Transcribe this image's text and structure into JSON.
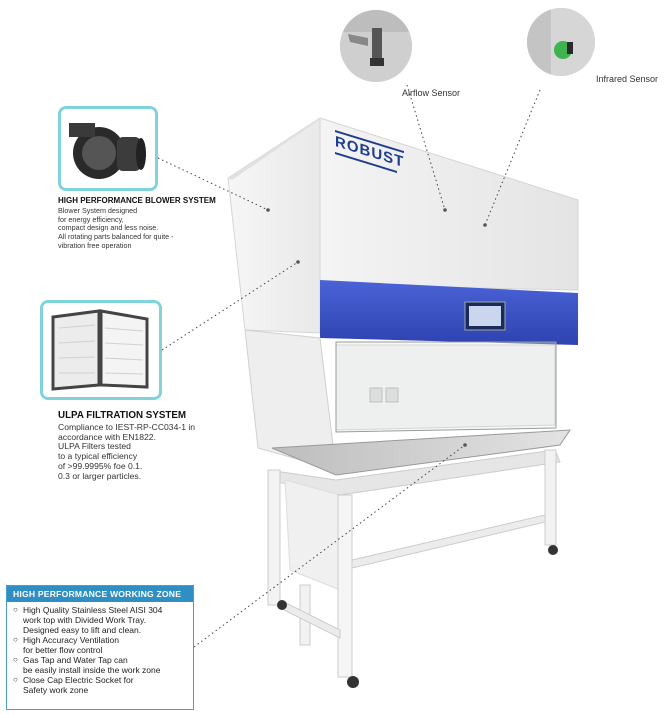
{
  "brand": {
    "logo_text": "ROBUST"
  },
  "sensors": [
    {
      "label": "Airflow Sensor"
    },
    {
      "label": "Infrared Sensor"
    }
  ],
  "blower": {
    "title": "HIGH PERFORMANCE BLOWER SYSTEM",
    "lines": [
      "Blower System designed",
      "for energy efficiency,",
      "compact design and less noise.",
      "All rotating parts balanced for quite -",
      "vibration free operation"
    ]
  },
  "ulpa": {
    "title": "ULPA FILTRATION SYSTEM",
    "lines": [
      "Compliance to IEST-RP-CC034-1 in",
      "accordance with EN1822.",
      "ULPA Filters tested",
      "to a typical efficiency",
      "of >99.9995% foe 0.1.",
      "0.3 or larger particles."
    ]
  },
  "working_zone": {
    "title": "HIGH PERFORMANCE WORKING ZONE",
    "items": [
      {
        "lines": [
          "High Quality Stainless Steel AISI 304",
          "work top with Divided Work Tray.",
          "Designed easy to lift and clean."
        ]
      },
      {
        "lines": [
          "High Accuracy Ventilation",
          "for better flow control"
        ]
      },
      {
        "lines": [
          "Gas Tap and Water Tap can",
          "be easily install  inside the work zone"
        ]
      },
      {
        "lines": [
          "Close Cap Electric Socket for",
          "Safety work zone"
        ]
      }
    ]
  },
  "colors": {
    "accent": "#7fd3dc",
    "panel_blue": "#3a52c9",
    "zone_header": "#2f8fc4",
    "sensor_green": "#3fb34f"
  }
}
